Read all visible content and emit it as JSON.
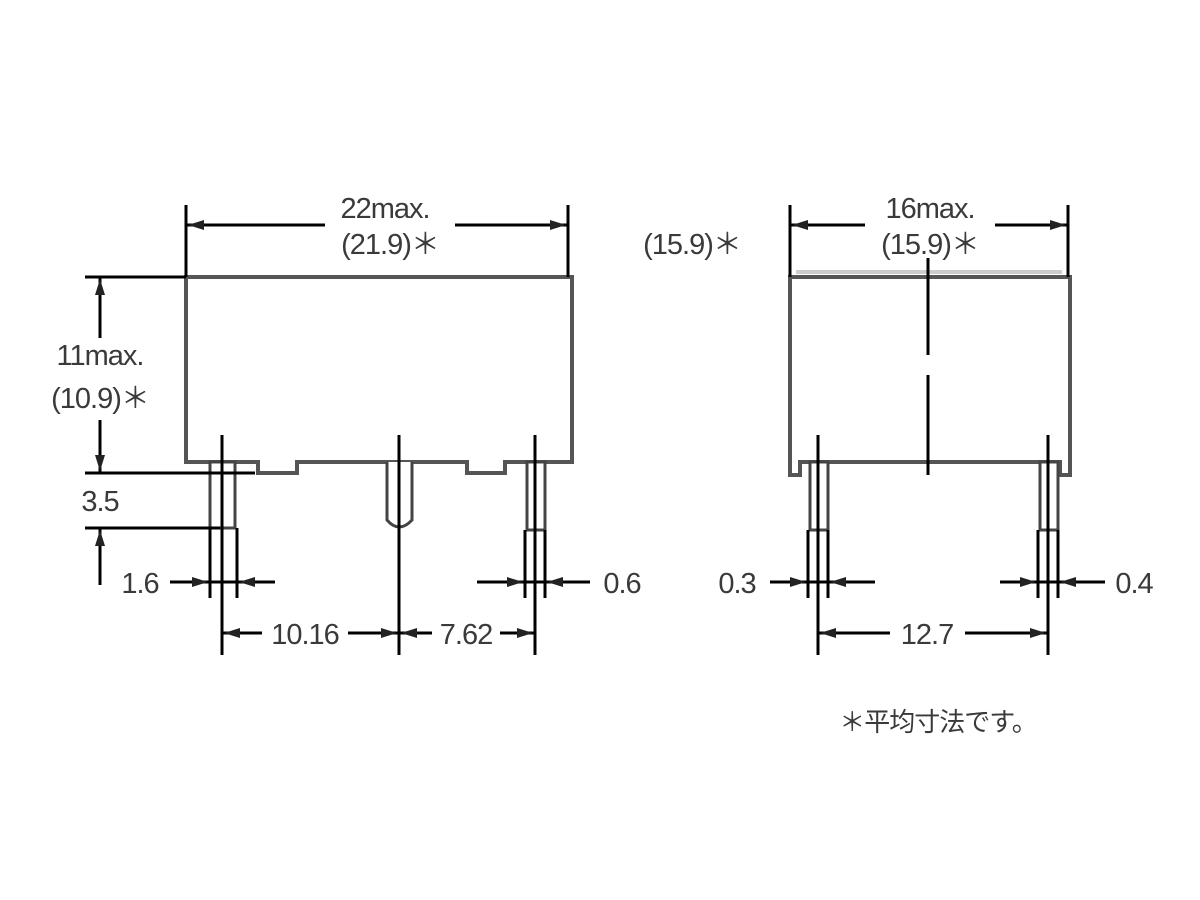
{
  "drawing": {
    "front_view": {
      "width_max": "22max.",
      "width_avg": "(21.9)＊",
      "height_max": "11max.",
      "height_avg": "(10.9)＊",
      "pin_length": "3.5",
      "pin_width_left": "1.6",
      "pin_width_right": "0.6",
      "pitch_left": "10.16",
      "pitch_right": "7.62"
    },
    "side_view": {
      "depth_max": "16max.",
      "depth_avg": "(15.9)＊",
      "depth_avg_extra": "(15.9)＊",
      "pin_width_left": "0.3",
      "pin_width_right": "0.4",
      "pitch": "12.7"
    },
    "footnote": "＊平均寸法です。"
  }
}
